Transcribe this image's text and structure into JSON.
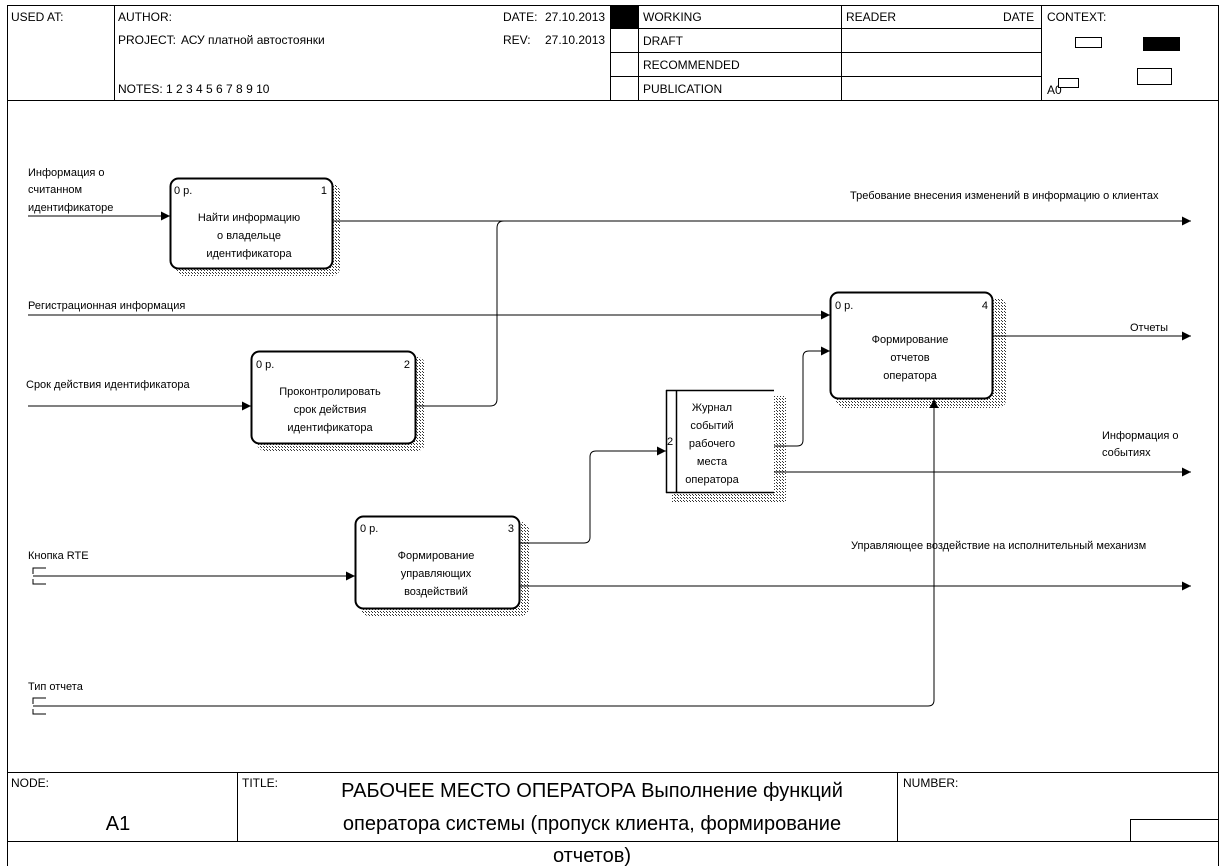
{
  "header": {
    "used_at": "USED AT:",
    "author": "AUTHOR:",
    "project_label": "PROJECT:",
    "project": "АСУ платной автостоянки",
    "notes_label": "NOTES:",
    "notes": "1 2 3 4 5 6 7 8 9 10",
    "date_label": "DATE:",
    "date": "27.10.2013",
    "rev_label": "REV:",
    "rev": "27.10.2013",
    "status": [
      "WORKING",
      "DRAFT",
      "RECOMMENDED",
      "PUBLICATION"
    ],
    "reader": "READER",
    "reader_date": "DATE",
    "context": "CONTEXT:",
    "context_node": "A0"
  },
  "boxes": [
    {
      "id": "box1",
      "cost": "0 р.",
      "num": "1",
      "lines": [
        "Найти информацию",
        "о владельце",
        "идентификатора"
      ]
    },
    {
      "id": "box2",
      "cost": "0 р.",
      "num": "2",
      "lines": [
        "Проконтролировать",
        "срок действия",
        "идентификатора"
      ]
    },
    {
      "id": "box3",
      "cost": "0 р.",
      "num": "3",
      "lines": [
        "Формирование",
        "управляющих",
        "воздействий"
      ]
    },
    {
      "id": "box4",
      "cost": "0 р.",
      "num": "4",
      "lines": [
        "Формирование",
        "отчетов",
        "оператора"
      ]
    }
  ],
  "store": {
    "num": "2",
    "lines": [
      "Журнал",
      "событий",
      "рабочего",
      "места",
      "оператора"
    ]
  },
  "arrows": {
    "in1": [
      "Информация о",
      "считанном",
      "идентификаторе"
    ],
    "in2": "Регистрационная информация",
    "in3": "Срок действия идентификатора",
    "in4": "Кнопка RTE",
    "in5": "Тип отчета",
    "out1": "Требование внесения изменений в информацию о клиентах",
    "out2": "Отчеты",
    "out3": [
      "Информация о",
      "событиях"
    ],
    "out4": "Управляющее воздействие на исполнительный механизм"
  },
  "footer": {
    "node_label": "NODE:",
    "node": "A1",
    "title_label": "TITLE:",
    "title_lines": [
      "РАБОЧЕЕ МЕСТО ОПЕРАТОРА Выполнение функций",
      "оператора системы (пропуск клиента, формирование",
      "отчетов)"
    ],
    "number_label": "NUMBER:"
  }
}
